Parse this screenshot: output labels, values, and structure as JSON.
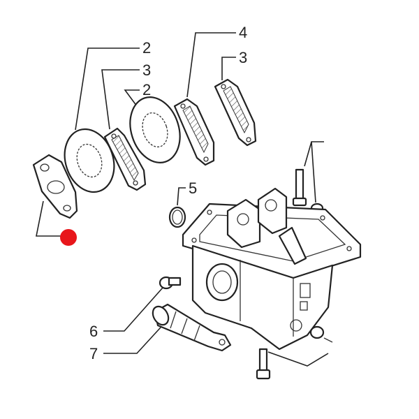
{
  "labels": {
    "l2a": "2",
    "l3a": "3",
    "l2b": "2",
    "l4": "4",
    "l3b": "3",
    "l5": "5",
    "l6": "6",
    "l7": "7"
  },
  "marker": {
    "color": "#e8161b"
  },
  "parts": {
    "plate": "gasket-plate",
    "disc": "friction-disc",
    "pad": "brake-pad",
    "ring": "o-ring",
    "housing": "brake-housing",
    "bolt": "bolt",
    "shaft": "actuator-shaft"
  }
}
